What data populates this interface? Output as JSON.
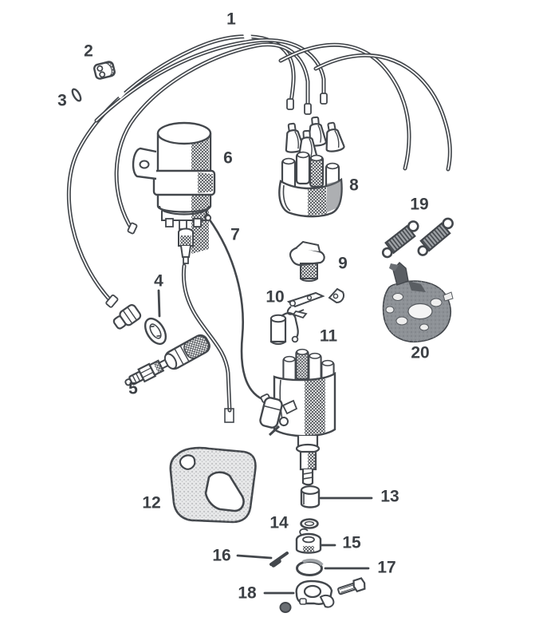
{
  "diagram": {
    "kind": "exploded-parts-diagram",
    "subject": "ignition-system",
    "background_color": "#ffffff",
    "ink_color": "#43474c",
    "label_color": "#3c4045",
    "callouts": [
      {
        "num": "1",
        "part": "ignition-cable-set"
      },
      {
        "num": "2",
        "part": "cable-connector-block"
      },
      {
        "num": "3",
        "part": "seal-ring"
      },
      {
        "num": "4",
        "part": "plug-connector-disc"
      },
      {
        "num": "5",
        "part": "spark-plug"
      },
      {
        "num": "6",
        "part": "ignition-coil"
      },
      {
        "num": "7",
        "part": "lead-wire"
      },
      {
        "num": "8",
        "part": "distributor-cap"
      },
      {
        "num": "9",
        "part": "rotor"
      },
      {
        "num": "10",
        "part": "contact-points"
      },
      {
        "num": "11",
        "part": "condenser"
      },
      {
        "num": "12",
        "part": "gasket-plate"
      },
      {
        "num": "13",
        "part": "bushing"
      },
      {
        "num": "14",
        "part": "o-ring"
      },
      {
        "num": "15",
        "part": "clamp-collar"
      },
      {
        "num": "16",
        "part": "pin"
      },
      {
        "num": "17",
        "part": "retaining-ring"
      },
      {
        "num": "18",
        "part": "clamp-with-bolt"
      },
      {
        "num": "19",
        "part": "springs"
      },
      {
        "num": "20",
        "part": "breaker-plate"
      }
    ]
  }
}
